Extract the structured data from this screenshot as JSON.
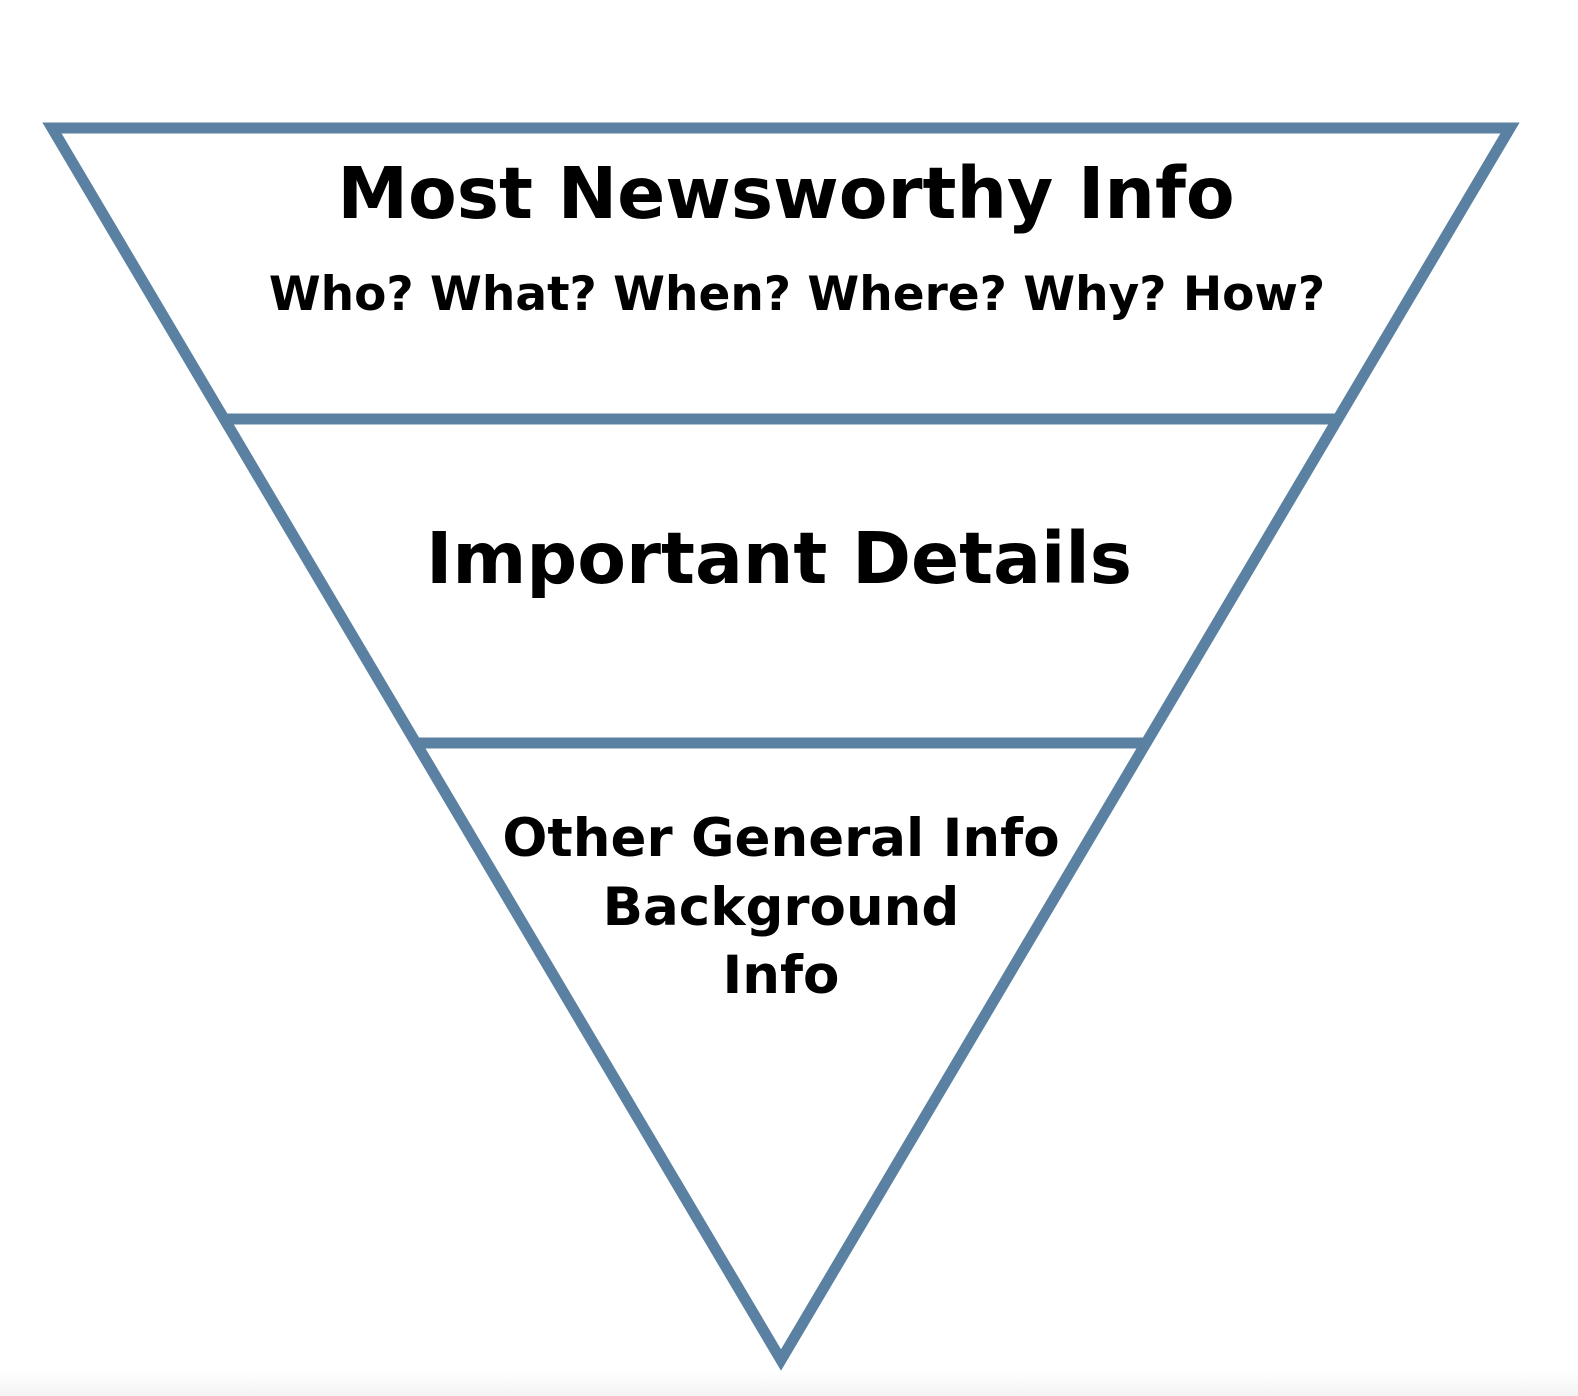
{
  "title": "Inverted pyramid",
  "colors": {
    "outline": "#5a80a2",
    "text": "#000000",
    "background": "#ffffff"
  },
  "tiers": [
    {
      "heading": "Most Newsworthy Info",
      "subheading": "Who? What? When? Where? Why? How?"
    },
    {
      "heading": "Important Details"
    },
    {
      "lines": [
        "Other General Info",
        "Background",
        "Info"
      ]
    }
  ]
}
